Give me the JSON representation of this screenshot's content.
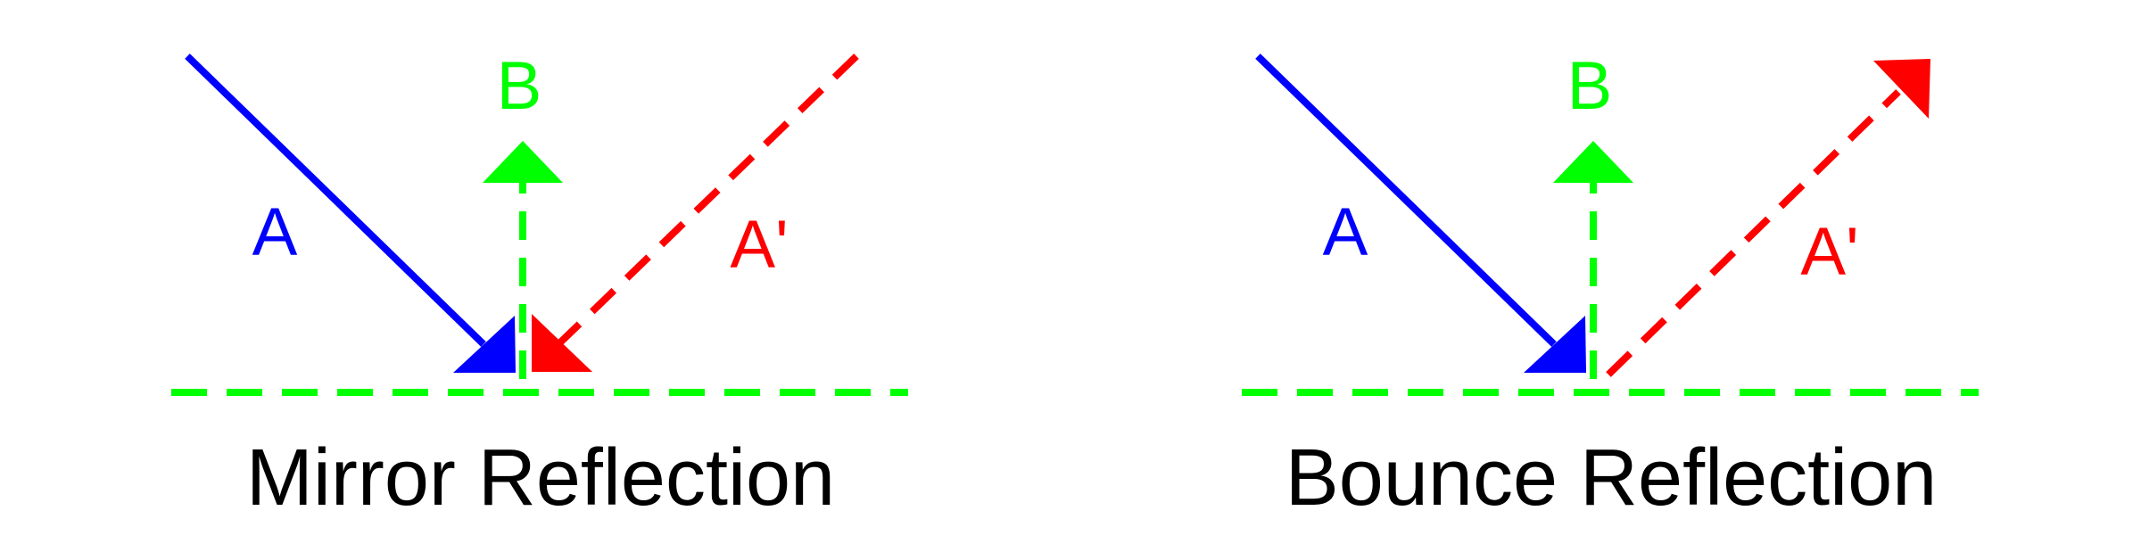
{
  "colors": {
    "incident": "#0000ff",
    "normal": "#00ff00",
    "reflected": "#ff0000",
    "text": "#000000",
    "background": "#ffffff"
  },
  "panels": [
    {
      "id": "mirror",
      "caption": "Mirror Reflection",
      "incident_label": "A",
      "normal_label": "B",
      "reflected_label": "A'"
    },
    {
      "id": "bounce",
      "caption": "Bounce Reflection",
      "incident_label": "A",
      "normal_label": "B",
      "reflected_label": "A'"
    }
  ]
}
